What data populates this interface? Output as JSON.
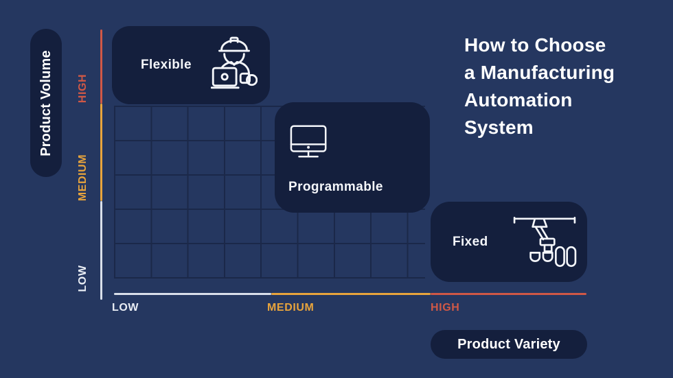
{
  "colors": {
    "bg": "#253760",
    "card": "#141F3D",
    "grid": "#1B2849",
    "low": "#D9DFEA",
    "medium": "#E8A43C",
    "high": "#D05846"
  },
  "title": "How to Choose\na Manufacturing\nAutomation\nSystem",
  "y_axis": {
    "label": "Product Volume",
    "ticks": [
      {
        "label": "HIGH"
      },
      {
        "label": "MEDIUM"
      },
      {
        "label": "LOW"
      }
    ]
  },
  "x_axis": {
    "label": "Product Variety",
    "ticks": [
      {
        "label": "LOW"
      },
      {
        "label": "MEDIUM"
      },
      {
        "label": "HIGH"
      }
    ]
  },
  "systems": [
    {
      "label": "Flexible",
      "icon": "construction-worker-icon",
      "product_volume": "HIGH",
      "product_variety": "LOW"
    },
    {
      "label": "Programmable",
      "icon": "desktop-monitor-icon",
      "product_volume": "MEDIUM",
      "product_variety": "MEDIUM"
    },
    {
      "label": "Fixed",
      "icon": "robot-arm-icon",
      "product_volume": "LOW",
      "product_variety": "HIGH"
    }
  ],
  "chart_data": {
    "type": "scatter",
    "title": "How to Choose a Manufacturing Automation System",
    "xlabel": "Product Variety",
    "ylabel": "Product Volume",
    "x_ticks": [
      "LOW",
      "MEDIUM",
      "HIGH"
    ],
    "y_ticks": [
      "LOW",
      "MEDIUM",
      "HIGH"
    ],
    "grid": true,
    "legend": false,
    "points": [
      {
        "label": "Flexible",
        "x": "LOW",
        "y": "HIGH"
      },
      {
        "label": "Programmable",
        "x": "MEDIUM",
        "y": "MEDIUM"
      },
      {
        "label": "Fixed",
        "x": "HIGH",
        "y": "LOW"
      }
    ]
  }
}
